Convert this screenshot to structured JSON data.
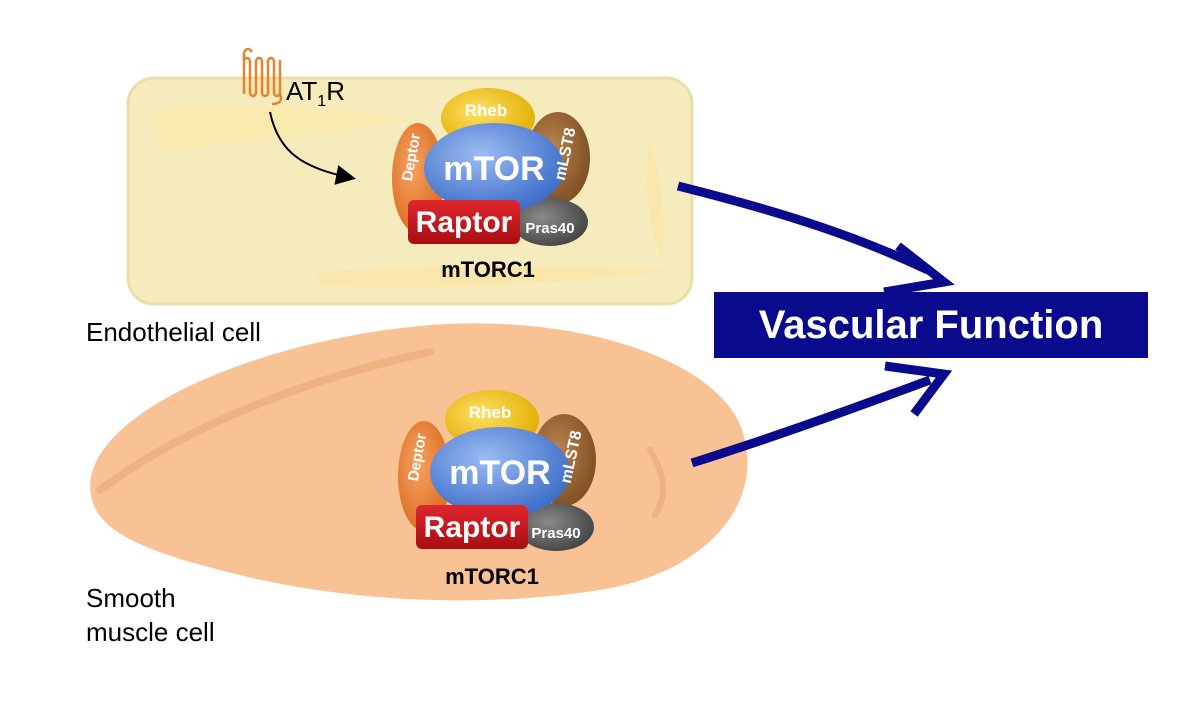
{
  "receptor": {
    "label": "AT",
    "subscript": "1",
    "suffix": "R"
  },
  "endothelial": {
    "cell_label": "Endothelial cell",
    "complex": {
      "rheb": "Rheb",
      "deptor": "Deptor",
      "mtor": "mTOR",
      "mlst8": "mLST8",
      "raptor": "Raptor",
      "pras40": "Pras40",
      "name": "mTORC1"
    }
  },
  "smooth_muscle": {
    "cell_label_line1": "Smooth",
    "cell_label_line2": "muscle cell",
    "complex": {
      "rheb": "Rheb",
      "deptor": "Deptor",
      "mtor": "mTOR",
      "mlst8": "mLST8",
      "raptor": "Raptor",
      "pras40": "Pras40",
      "name": "mTORC1"
    }
  },
  "outcome": {
    "label": "Vascular Function"
  },
  "colors": {
    "endothelial_fill": "#f7ecc0",
    "smooth_muscle_fill": "#f8c297",
    "arrow": "#0a0a8c",
    "rheb": "#f2c318",
    "deptor": "#e87a2e",
    "mtor": "#5b86d6",
    "mlst8": "#8b5a2b",
    "raptor": "#c8141c",
    "pras40": "#555555",
    "receptor": "#e8822a"
  }
}
